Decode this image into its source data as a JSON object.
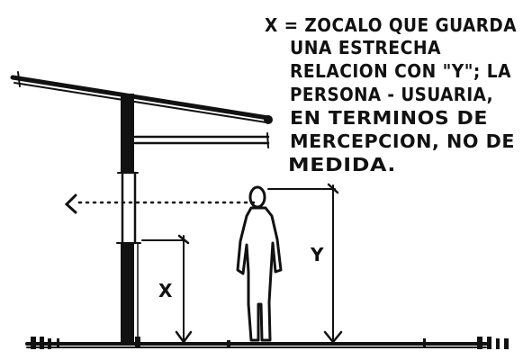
{
  "annotation": {
    "lines": [
      "X = ZOCALO QUE GUARDA",
      "UNA ESTRECHA",
      "RELACION CON \"Y\"; LA",
      "PERSONA - USUARIA,",
      "EN TERMINOS DE",
      "MERCEPCION, NO DE",
      "MEDIDA."
    ]
  },
  "labels": {
    "x": "X",
    "y": "Y"
  },
  "style": {
    "ink": "#111111",
    "paper": "#ffffff"
  }
}
